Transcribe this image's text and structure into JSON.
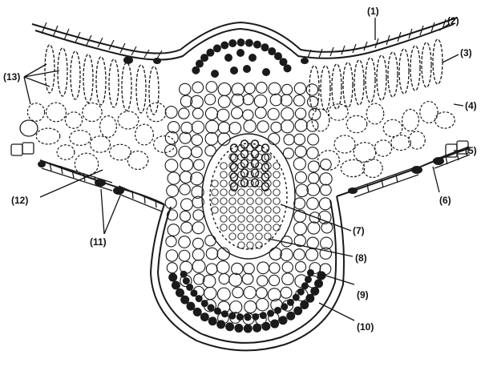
{
  "diagram": {
    "labels": [
      "(1)",
      "(2)",
      "(3)",
      "(4)",
      "(5)",
      "(6)",
      "(7)",
      "(8)",
      "(9)",
      "(10)",
      "(11)",
      "(12)",
      "(13)"
    ]
  },
  "colors": {
    "ink": "#1a1a1a",
    "paper": "#ffffff",
    "dark_cell": "#1a1a1a"
  }
}
